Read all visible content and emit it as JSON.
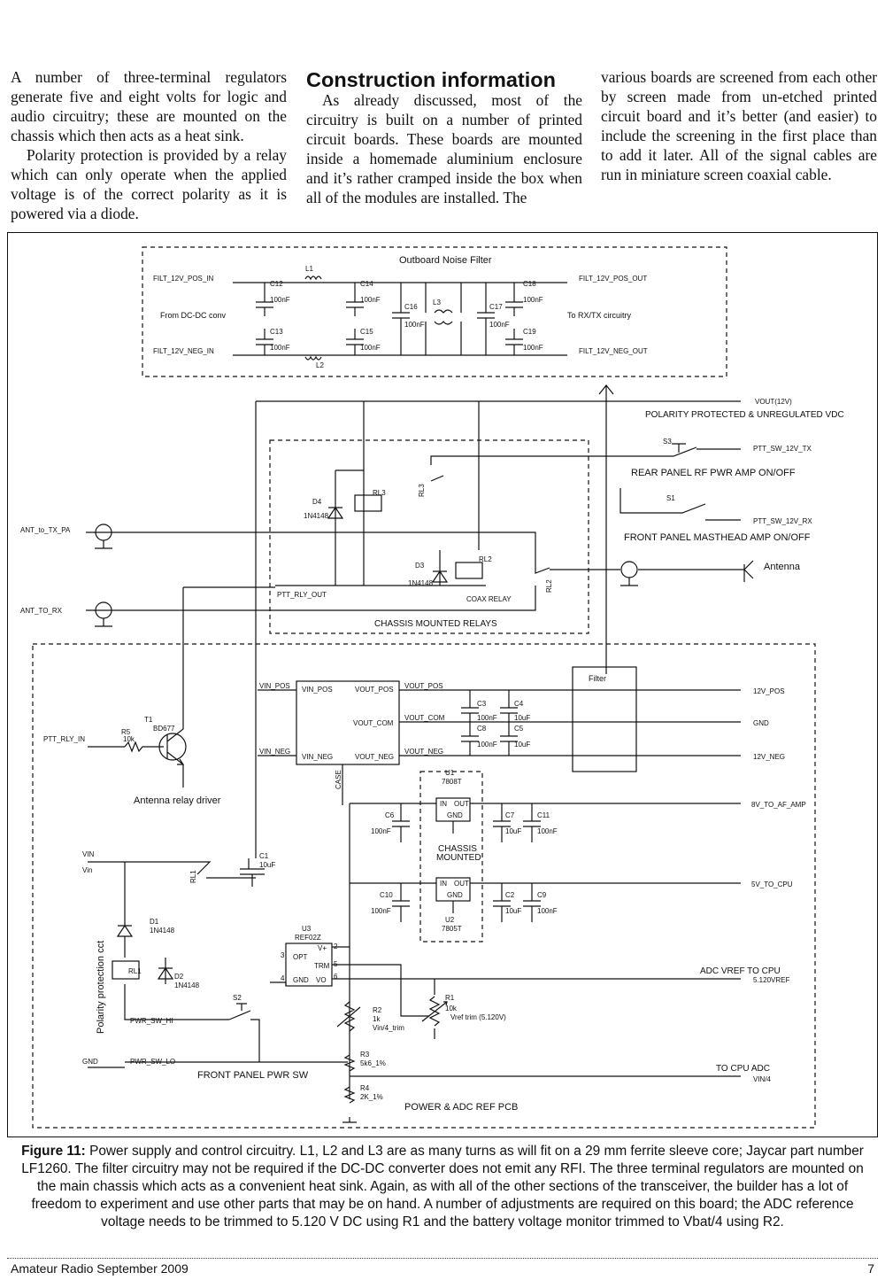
{
  "article": {
    "col1_p1": "A number of three-terminal regulators generate five and eight volts for logic and audio circuitry; these are mounted on the chassis which then acts as a heat sink.",
    "col1_p2": "Polarity protection is provided by a relay which can only operate when the applied voltage is of the correct polarity as it is powered via a diode.",
    "heading": "Construction information",
    "col2_p1": "As already discussed, most of the circuitry is built on a number of printed circuit boards. These boards are mounted inside a homemade aluminium enclosure and it’s rather cramped inside the box when all of the modules are installed. The",
    "col3_p1": "various boards are screened from each other by screen made from un-etched printed circuit board and it’s better (and easier) to include the screening in the first place than to add it later. All of the signal cables are run in miniature screen coaxial cable."
  },
  "schematic": {
    "noise_filter": {
      "title": "Outboard Noise Filter",
      "in_pos": "FILT_12V_POS_IN",
      "in_neg": "FILT_12V_NEG_IN",
      "out_pos": "FILT_12V_POS_OUT",
      "out_neg": "FILT_12V_NEG_OUT",
      "from": "From DC-DC conv",
      "to": "To RX/TX circuitry",
      "l1": "L1",
      "l2": "L2",
      "l3": "L3",
      "c12": "C12",
      "c13": "C13",
      "c14": "C14",
      "c15": "C15",
      "c16": "C16",
      "c17": "C17",
      "c18": "C18",
      "c19": "C19",
      "v100nf": "100nF"
    },
    "vout": "VOUT(12V)",
    "vout_desc": "POLARITY PROTECTED & UNREGULATED VDC",
    "s3": "S3",
    "ptt_tx": "PTT_SW_12V_TX",
    "rear_panel": "REAR PANEL RF PWR AMP ON/OFF",
    "s1": "S1",
    "ptt_rx": "PTT_SW_12V_RX",
    "front_panel_mast": "FRONT PANEL MASTHEAD AMP ON/OFF",
    "antenna": "Antenna",
    "ant_tx": "ANT_to_TX_PA",
    "ant_rx": "ANT_TO_RX",
    "d4": "D4",
    "d3": "D3",
    "d_part": "1N4148",
    "rl3": "RL3",
    "rl2": "RL2",
    "rl1": "RL1",
    "ptt_rly_out": "PTT_RLY_OUT",
    "coax_relay": "COAX RELAY",
    "chassis_relays": "CHASSIS MOUNTED RELAYS",
    "filter": "Filter",
    "vin_pos": "VIN_POS",
    "vin_neg": "VIN_NEG",
    "vout_pos": "VOUT_POS",
    "vout_com": "VOUT_COM",
    "vout_neg": "VOUT_NEG",
    "case": "CASE",
    "c3": "C3",
    "c4": "C4",
    "c5": "C5",
    "c8": "C8",
    "v100nF": "100nF",
    "v10uF": "10uF",
    "out_12v_pos": "12V_POS",
    "out_gnd": "GND",
    "out_12v_neg": "12V_NEG",
    "t1": "T1",
    "t1_part": "BD677",
    "r5": "R5",
    "r5_val": "10k",
    "ptt_rly_in": "PTT_RLY_IN",
    "ant_relay_driver": "Antenna relay driver",
    "u1": "U1",
    "u1_part": "7808T",
    "u2": "U2",
    "u2_part": "7805T",
    "reg_in": "IN",
    "reg_out": "OUT",
    "reg_gnd": "GND",
    "c6": "C6",
    "c7": "C7",
    "c11": "C11",
    "c10": "C10",
    "c2": "C2",
    "c9": "C9",
    "c1": "C1",
    "chassis": "CHASSIS",
    "mounted": "MOUNTED",
    "out_8v": "8V_TO_AF_AMP",
    "out_5v": "5V_TO_CPU",
    "vin": "VIN",
    "vin2": "Vin",
    "d1": "D1",
    "d2": "D2",
    "polarity_cct": "Polarity protection cct",
    "u3": "U3",
    "u3_part": "REF02Z",
    "opt": "OPT",
    "vplus": "V+",
    "trm": "TRM",
    "gnd_pin": "GND",
    "vo": "VO",
    "pin2": "2",
    "pin3": "3",
    "pin4": "4",
    "pin5": "5",
    "pin6": "6",
    "adc_vref": "ADC VREF TO CPU",
    "vref_net": "5.120VREF",
    "r1": "R1",
    "r1_val": "10k",
    "vref_trim": "Vref trim (5.120V)",
    "r2": "R2",
    "r2_val": "1k",
    "r2_net": "Vin/4_trim",
    "r3": "R3",
    "r3_val": "5k6_1%",
    "r4": "R4",
    "r4_val": "2K_1%",
    "s2": "S2",
    "pwr_sw_hi": "PWR_SW_HI",
    "pwr_sw_lo": "PWR_SW_LO",
    "gnd_in": "GND",
    "front_pwr_sw": "FRONT PANEL PWR SW",
    "to_cpu_adc": "TO CPU ADC",
    "vin4": "VIN/4",
    "pcb": "POWER & ADC REF PCB"
  },
  "caption": {
    "label": "Figure 11:",
    "text": "Power supply and control circuitry. L1, L2 and L3 are as many turns as will fit on a 29 mm ferrite sleeve core; Jaycar part number LF1260. The filter circuitry may not be required if the DC-DC converter does not emit any RFI. The three terminal regulators are mounted on the main chassis which acts as a convenient heat sink. Again, as with all of the other sections of the transceiver, the builder has a lot of freedom to experiment and use other parts that may be on hand. A number of adjustments are required on this board; the ADC reference voltage needs to be trimmed to 5.120 V DC using R1 and the battery voltage monitor trimmed to Vbat/4 using R2."
  },
  "footer": {
    "left": "Amateur Radio September 2009",
    "right": "7"
  }
}
